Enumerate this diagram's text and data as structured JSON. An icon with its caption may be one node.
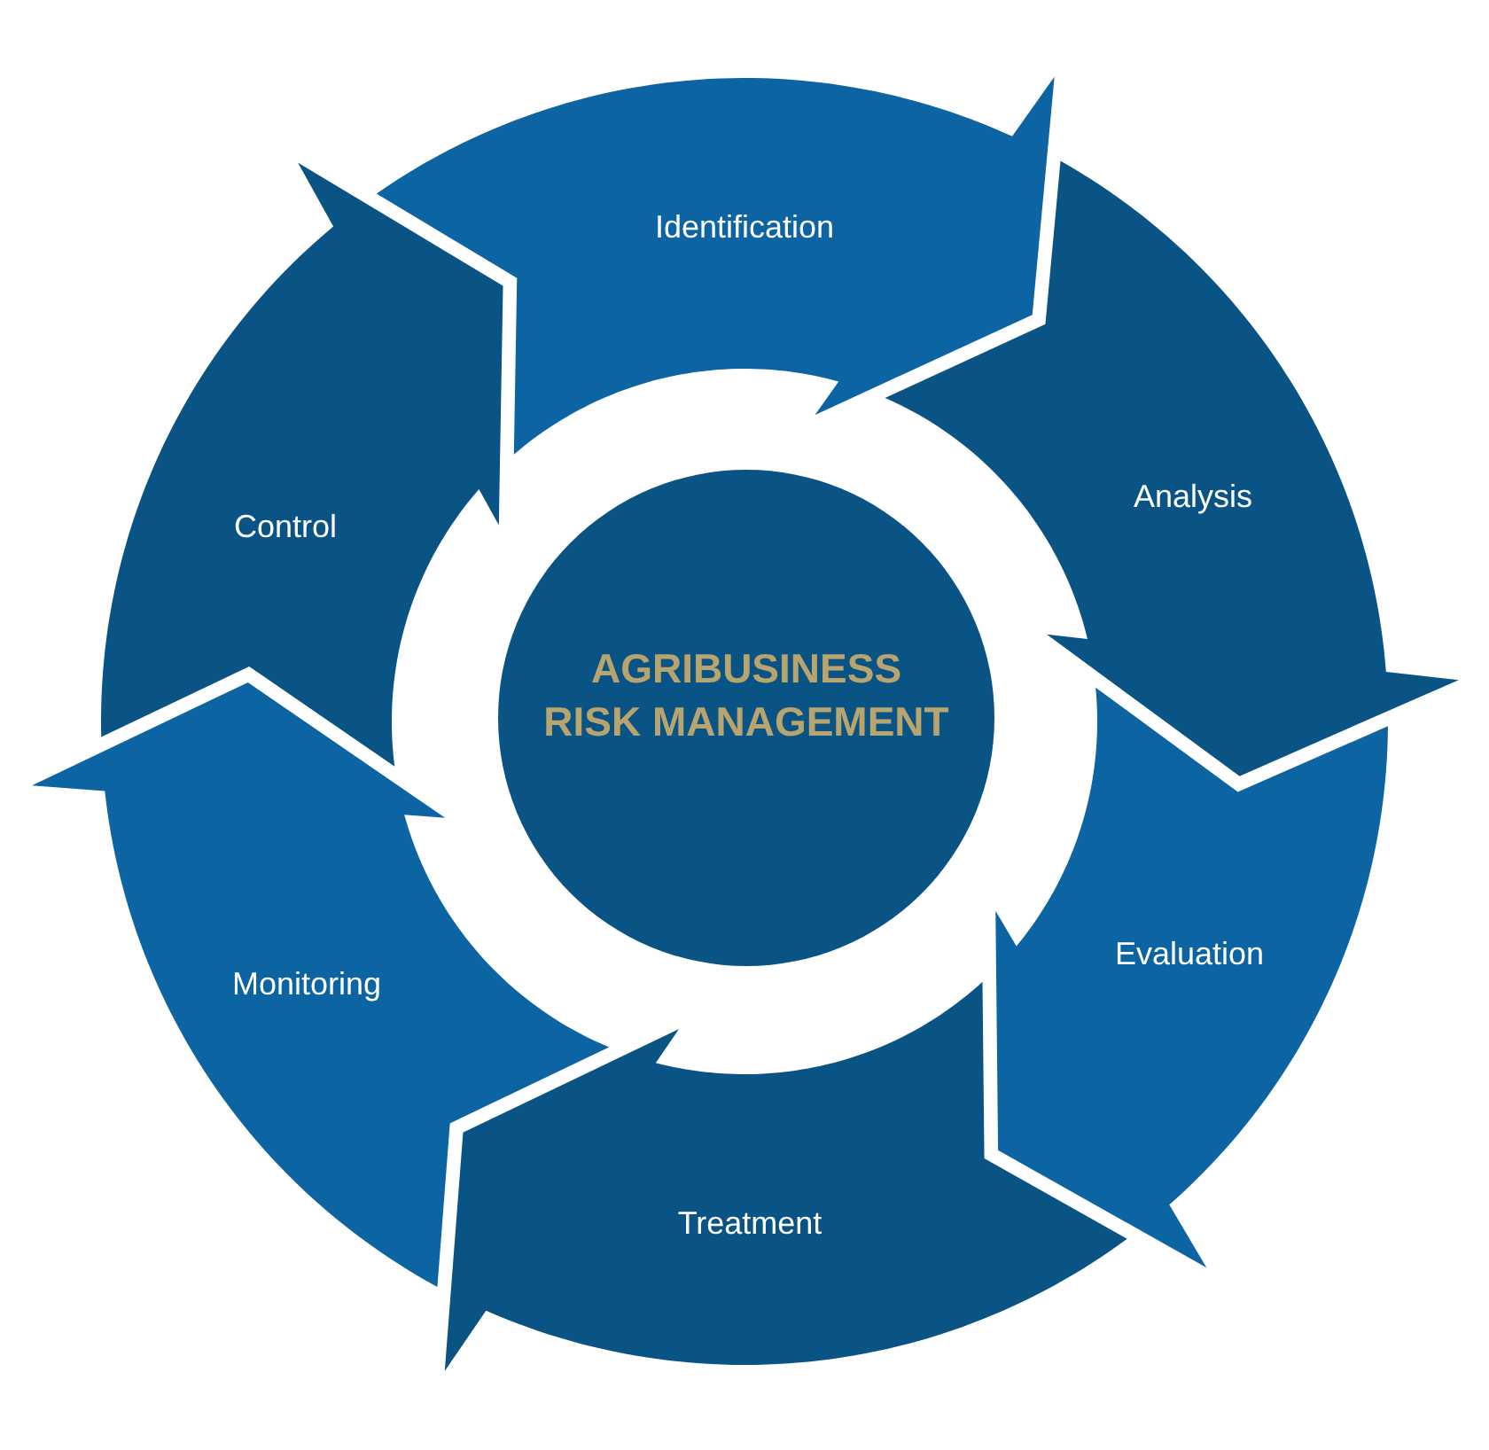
{
  "diagram": {
    "nodes": [
      {
        "text": [
          "AGRIBUSINESS RISK MANAGEMENT"
        ]
      },
      {
        "text": [
          "Identification"
        ]
      },
      {
        "text": [
          "Analysis"
        ]
      },
      {
        "text": [
          "Evaluation"
        ]
      },
      {
        "text": [
          "Treatment"
        ]
      },
      {
        "text": [
          "Monitoring"
        ]
      },
      {
        "text": [
          "Control"
        ]
      }
    ]
  }
}
